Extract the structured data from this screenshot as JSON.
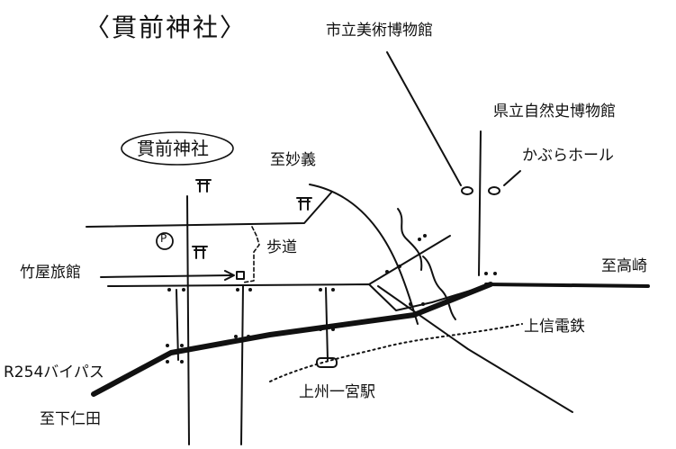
{
  "map": {
    "title": "〈貫前神社〉",
    "shrine_label": "貫前神社",
    "parking_symbol": "P",
    "places": {
      "city_museum": "市立美術博物館",
      "pref_museum": "県立自然史博物館",
      "kabura_hall": "かぶらホール",
      "myogi": "至妙義",
      "sidewalk": "歩道",
      "takezaya_inn": "竹屋旅館",
      "takasaki": "至高崎",
      "joshin_railway": "上信電鉄",
      "route254_bypass": "R254バイパス",
      "joshu_ichinomiya_station": "上州一宮駅",
      "shimonita": "至下仁田"
    },
    "colors": {
      "ink": "#111111",
      "background": "#ffffff"
    }
  }
}
